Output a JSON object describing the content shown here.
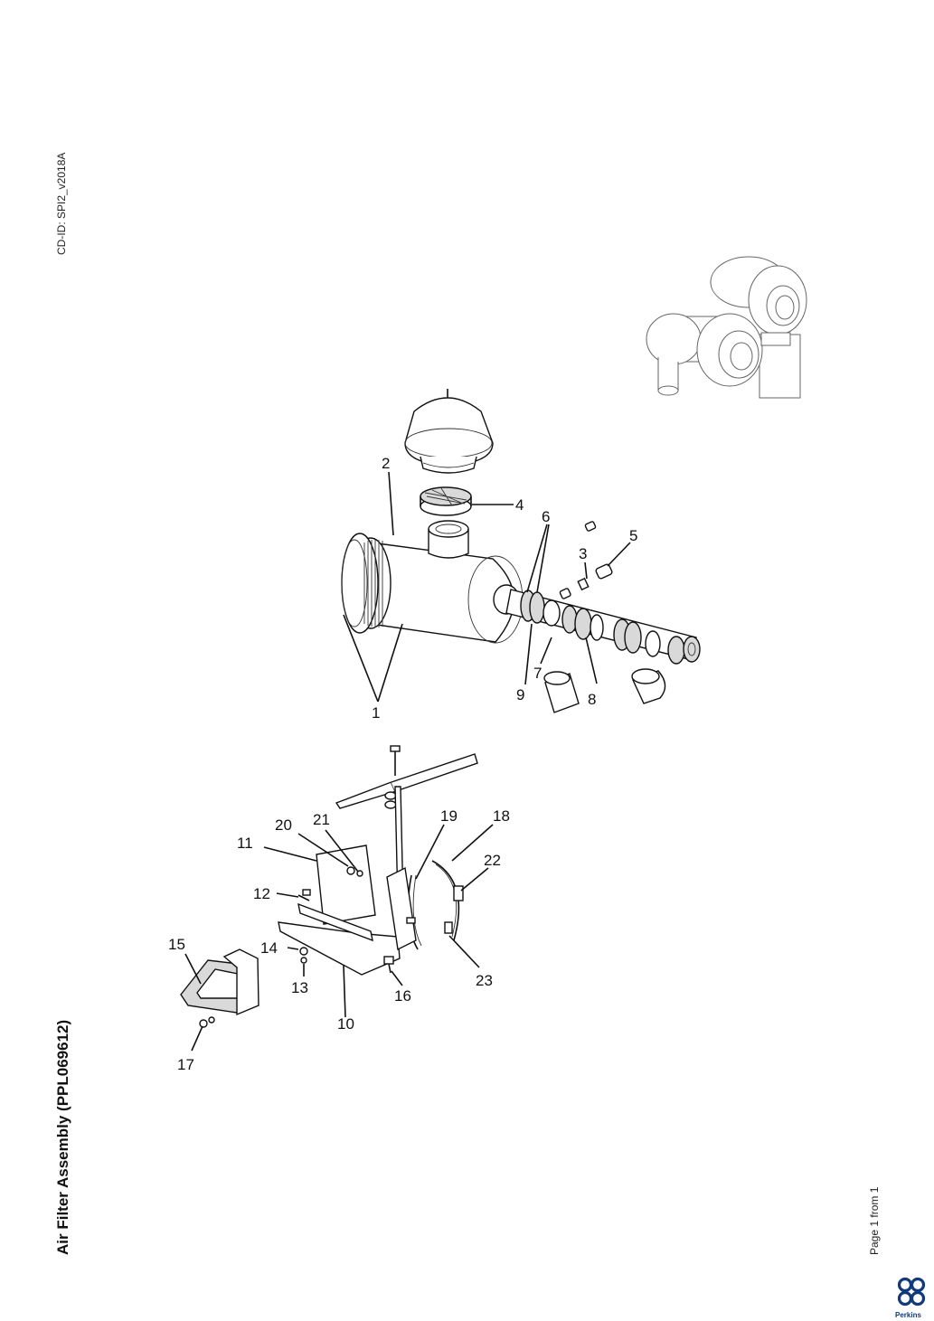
{
  "document": {
    "cd_id": "CD-ID: SPI2_v2018A",
    "title": "Air Filter Assembly (PPL069612)",
    "page": "Page 1 from 1",
    "brand": "Perkins"
  },
  "colors": {
    "line": "#111111",
    "brand": "#123a7a"
  },
  "callouts": [
    "1",
    "2",
    "3",
    "4",
    "5",
    "6",
    "7",
    "8",
    "9",
    "10",
    "11",
    "12",
    "13",
    "14",
    "15",
    "16",
    "17",
    "18",
    "19",
    "20",
    "21",
    "22",
    "23"
  ]
}
